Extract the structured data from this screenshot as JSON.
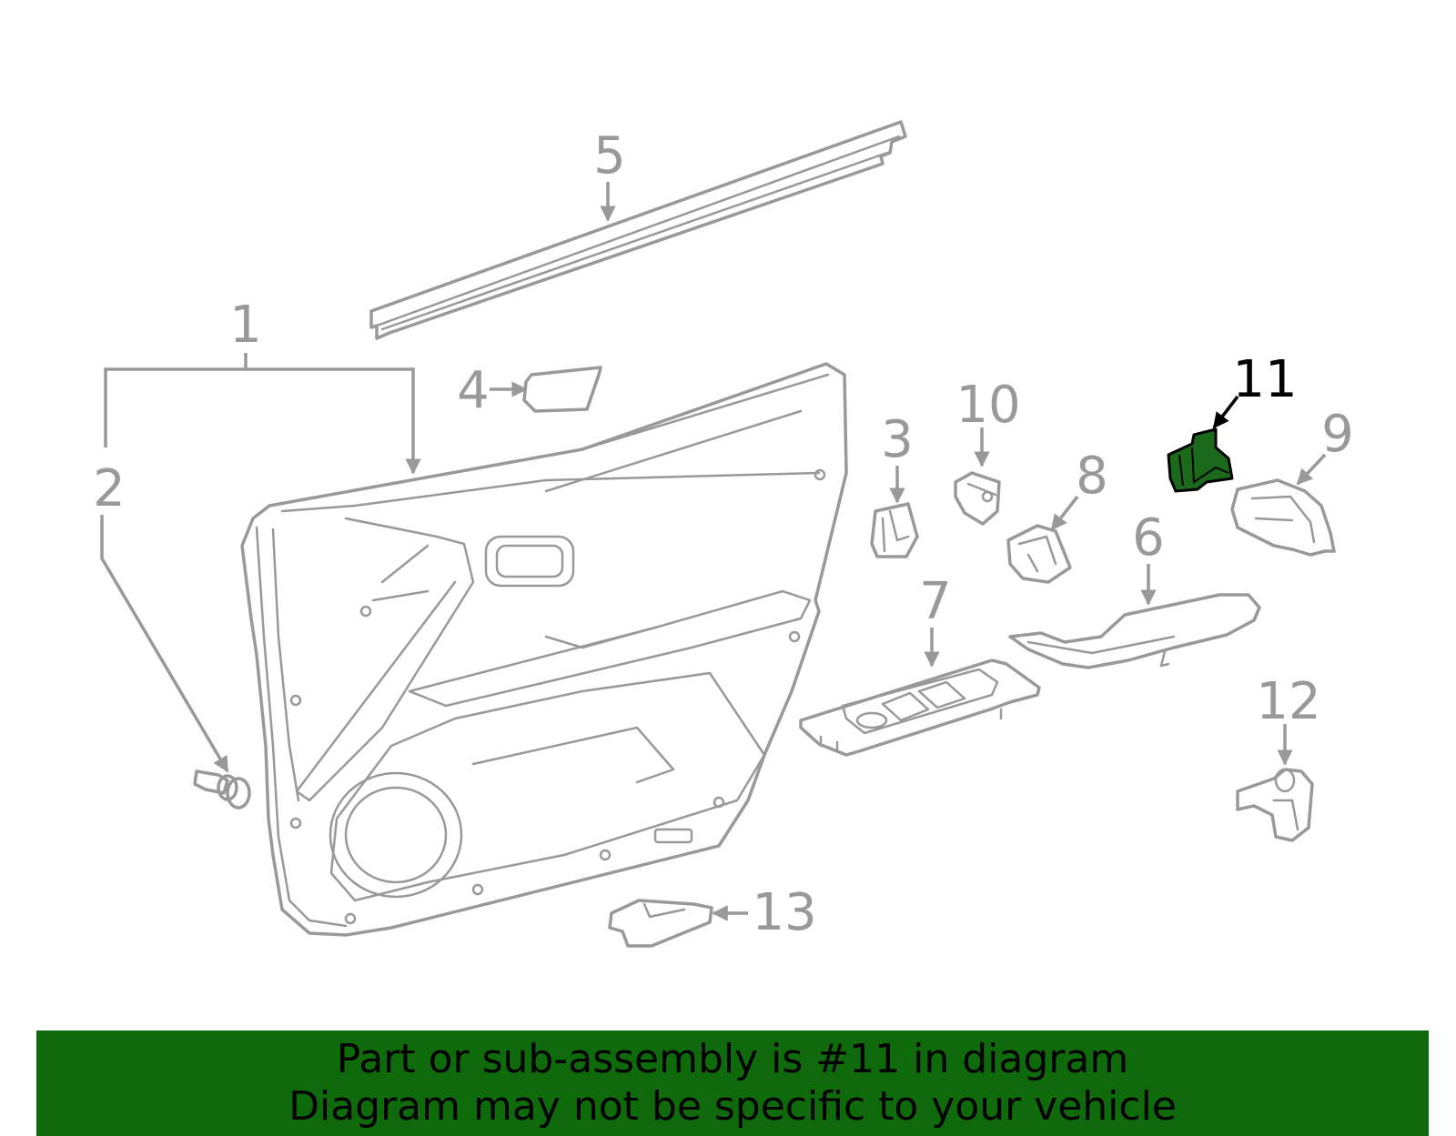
{
  "diagram": {
    "highlighted_part": "11",
    "colors": {
      "parts": "#999999",
      "highlight_fill": "#1b6a1b",
      "banner_bg": "#0f6a0b"
    },
    "callouts": {
      "c1": "1",
      "c2": "2",
      "c3": "3",
      "c4": "4",
      "c5": "5",
      "c6": "6",
      "c7": "7",
      "c8": "8",
      "c9": "9",
      "c10": "10",
      "c11": "11",
      "c12": "12",
      "c13": "13"
    }
  },
  "banner": {
    "line1": "Part or sub-assembly is #11 in diagram",
    "line2": "Diagram may not be specific to your vehicle"
  }
}
